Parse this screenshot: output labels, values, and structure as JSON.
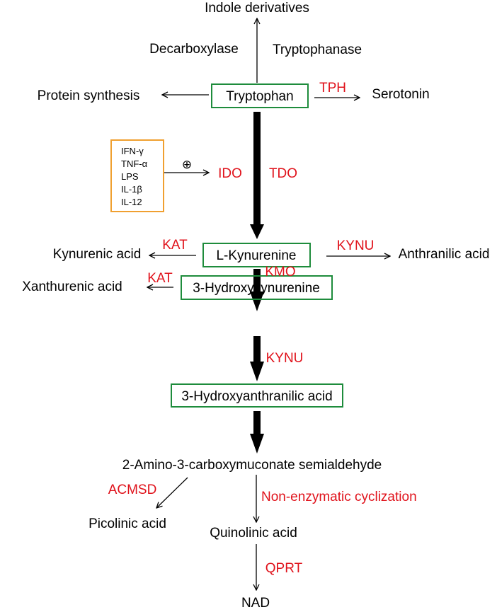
{
  "colors": {
    "text": "#000000",
    "enzyme": "#e0121b",
    "node_border": "#1e8c3c",
    "cytokine_border": "#f0a030",
    "arrow": "#000000"
  },
  "metabolites": {
    "indole_derivatives": "Indole derivatives",
    "protein_synthesis": "Protein synthesis",
    "tryptophan": "Tryptophan",
    "serotonin": "Serotonin",
    "kynurenic_acid": "Kynurenic acid",
    "l_kynurenine": "L-Kynurenine",
    "anthranilic_acid": "Anthranilic acid",
    "xanthurenic_acid": "Xanthurenic acid",
    "hydroxykynurenine": "3-Hydroxykynurenine",
    "hydroxyanthranilic_acid": "3-Hydroxyanthranilic acid",
    "acms": "2-Amino-3-carboxymuconate semialdehyde",
    "picolinic_acid": "Picolinic acid",
    "quinolinic_acid": "Quinolinic acid",
    "nad": "NAD"
  },
  "enzymes": {
    "decarboxylase": "Decarboxylase",
    "tryptophanase": "Tryptophanase",
    "tph": "TPH",
    "ido": "IDO",
    "tdo": "TDO",
    "kat_1": "KAT",
    "kynu_1": "KYNU",
    "kmo": "KMO",
    "kat_2": "KAT",
    "kynu_2": "KYNU",
    "acmsd": "ACMSD",
    "non_enzymatic": "Non-enzymatic cyclization",
    "qprt": "QPRT"
  },
  "cytokines": [
    "IFN-γ",
    "TNF-α",
    "LPS",
    "IL-1β",
    "IL-12"
  ],
  "activation_symbol": "⊕"
}
